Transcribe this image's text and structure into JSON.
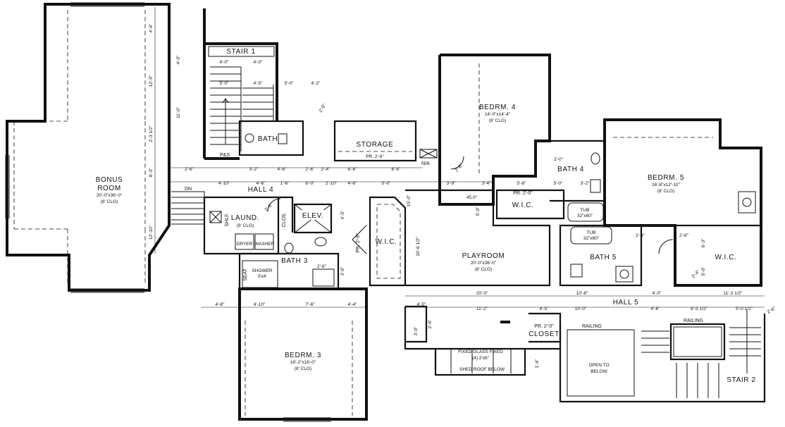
{
  "rooms": {
    "bonus": {
      "name1": "BONUS",
      "name2": "ROOM",
      "size": "20'-0\"x36'-0\"",
      "clg": "(8' CLG)"
    },
    "stair1": {
      "name": "STAIR 1"
    },
    "bath_small": {
      "name": "BATH"
    },
    "storage": {
      "name": "STORAGE",
      "door": "PR. 2'-6\""
    },
    "bedrm4": {
      "name": "BEDRM. 4",
      "size": "14'-0\"x14'-4\"",
      "clg": "(8' CLG)"
    },
    "bath4": {
      "name": "BATH 4"
    },
    "bedrm5": {
      "name": "BEDRM. 5",
      "size": "16'-8\"x12'-10\"",
      "clg": "(8' CLG)"
    },
    "hall4": {
      "name": "HALL 4"
    },
    "laund": {
      "name": "LAUND.",
      "clg": "(8' CLG)"
    },
    "clos": {
      "name": "CLOS."
    },
    "elev": {
      "name": "ELEV."
    },
    "wic4": {
      "name": "W.I.C."
    },
    "wic_mid": {
      "name": "W.I.C."
    },
    "wic5": {
      "name": "W.I.C."
    },
    "playroom": {
      "name": "PLAYROOM",
      "size": "20'-0\"x36'-0\"",
      "clg": "(8' CLG)"
    },
    "bath3": {
      "name": "BATH 3"
    },
    "bath5": {
      "name": "BATH 5"
    },
    "hall5": {
      "name": "HALL 5"
    },
    "bedrm3": {
      "name": "BEDRM. 3",
      "size": "16'-2\"x16'-0\"",
      "clg": "(8' CLG)"
    },
    "closet": {
      "name": "CLOSET",
      "door": "PR. 2'-0\""
    },
    "open_below": {
      "name1": "OPEN TO",
      "name2": "BELOW"
    },
    "stair2": {
      "name": "STAIR 2"
    }
  },
  "fixtures": {
    "dryer": "DRYER",
    "washer": "WASHER",
    "shower": "SHOWER",
    "shower_size": "3'x4'",
    "seat": "SEAT",
    "shlf": "SHLF.",
    "tub4": "TUB",
    "tub4_size": "32\"x60\"",
    "tub5": "TUB",
    "tub5_size": "32\"x60\"",
    "railing1": "RAILING",
    "railing2": "RAILING",
    "dn": "DN",
    "ps": "P&S",
    "fixed_glass": "FIXED GLASS FIXED",
    "fixed_size": "(4) 2'x6\"",
    "shed_roof": "SHED ROOF BELOW",
    "na": "N/A",
    "wic_door": "PR. 2'-6\"",
    "pr_door": "PR. 2'-0\""
  },
  "dimensions": {
    "left_vertical": [
      "4'-6\"",
      "4'-0\"",
      "12'-5\"",
      "11'-0\"",
      "2'-3 1/2\"",
      "8'-3\"",
      "12'-10\""
    ],
    "stair_top": [
      "4'-0\"",
      "4'-0\""
    ],
    "stair_mid": [
      "5'-0\"",
      "4'-5\"",
      "5'-0\"",
      "4'-2\""
    ],
    "hall4_row": [
      "3'-2\"",
      "4'-6\"",
      "2'-6\"",
      "2'-4\"",
      "6'-6\"",
      "6'-6\""
    ],
    "hall4_row2": [
      "4'-10\"",
      "4'-6\"",
      "1'-6\"",
      "6'-0\"",
      "2'-10\"",
      "4'-6\"",
      "5'-0\"",
      "3'-9\"",
      "3'-4\"",
      "5'-8\"",
      "5'-0\"",
      "3'-2\""
    ],
    "playroom_vert": [
      "10'-6 1/2\"",
      "15'-0\"",
      "5'-0\"",
      "4'-5\"",
      "3'-9\""
    ],
    "angle": "45.0°",
    "bedrm5_vert": [
      "6'-3\"",
      "5'-0\""
    ],
    "hall5_row": [
      "20'-0\"",
      "10'-8\"",
      "4'-0\"",
      "11'-3 1/2\""
    ],
    "hall5_row2": [
      "4'-5\"",
      "11'-2\"",
      "4'-5\"",
      "10'-0\"",
      "4'-6\"",
      "6'-5 1/2\"",
      "5'-0 1/2\""
    ],
    "bedrm3_row": [
      "4'-8\"",
      "4'-10\"",
      "7'-6\"",
      "4'-4\""
    ],
    "stub_vert": [
      "3'-0\"",
      "2'-6\"",
      "1'-6\""
    ],
    "doors": [
      "2'-6\"",
      "2'-6\"",
      "2'-6\"",
      "2'-6\"",
      "2'-6\"",
      "2'-0\"",
      "2'-8\"",
      "2'-8\"",
      "2'-6\"",
      "2'-4\""
    ]
  }
}
